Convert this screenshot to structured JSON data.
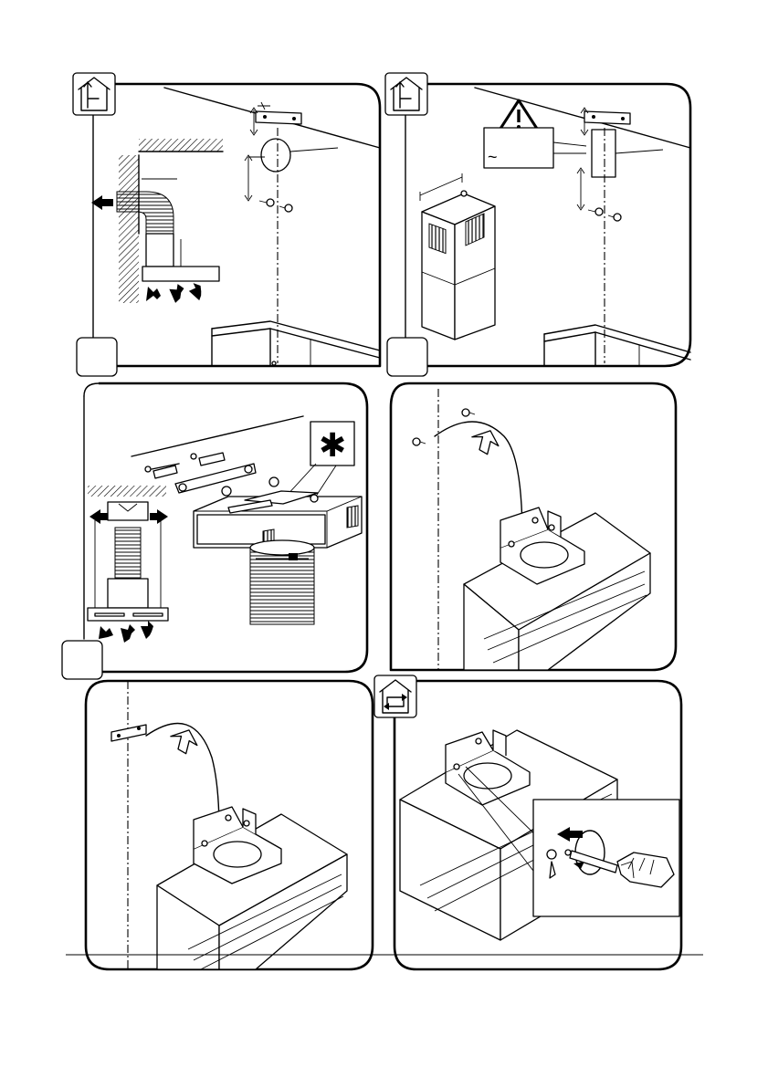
{
  "panels": [
    {
      "id": "panel-1",
      "icon": "ducted-house-icon"
    },
    {
      "id": "panel-2",
      "icon": "ducted-house-icon",
      "warning_icon": "warning-triangle-icon",
      "warning_text": "~"
    },
    {
      "id": "panel-3",
      "callout_symbol": "✱"
    },
    {
      "id": "panel-4"
    },
    {
      "id": "panel-5"
    },
    {
      "id": "panel-6",
      "icon": "recirculation-house-icon"
    }
  ],
  "colors": {
    "line": "#000000",
    "background": "#ffffff"
  }
}
